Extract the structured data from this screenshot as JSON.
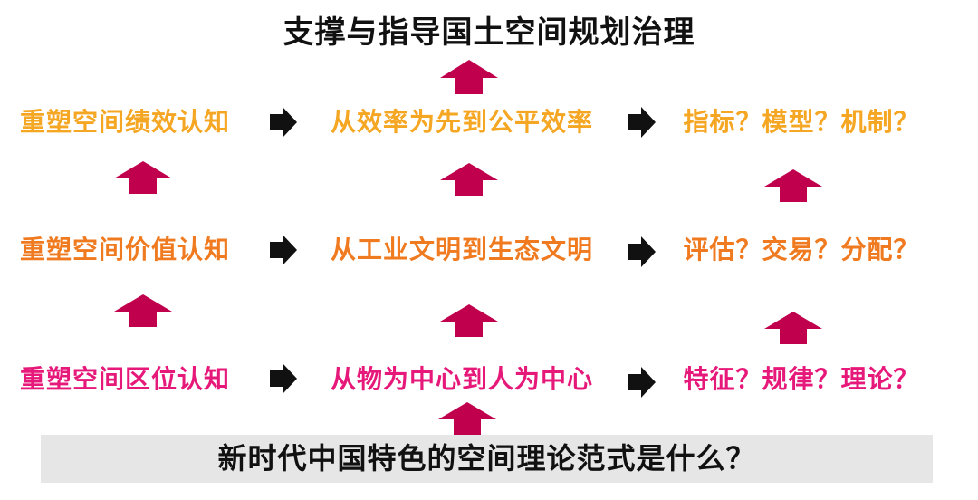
{
  "title": "支撑与指导国土空间规划治理",
  "rows": [
    {
      "left": "重塑空间绩效认知",
      "middle": "从效率为先到公平效率",
      "right": "指标？模型？机制？"
    },
    {
      "left": "重塑空间价值认知",
      "middle": "从工业文明到生态文明",
      "right": "评估？交易？分配？"
    },
    {
      "left": "重塑空间区位认知",
      "middle": "从物为中心到人为中心",
      "right": "特征？规律？理论？"
    }
  ],
  "bottom": "新时代中国特色的空间理论范式是什么？",
  "colors": {
    "row1": "#f5a623",
    "row2": "#f07a1f",
    "row3": "#e6197a",
    "up_arrow": "#c0004d",
    "right_arrow": "#111111",
    "bottom_bar": "#e6e6e6"
  },
  "icons": {
    "right_arrow": "arrow-right-icon",
    "up_arrow": "arrow-up-icon"
  }
}
